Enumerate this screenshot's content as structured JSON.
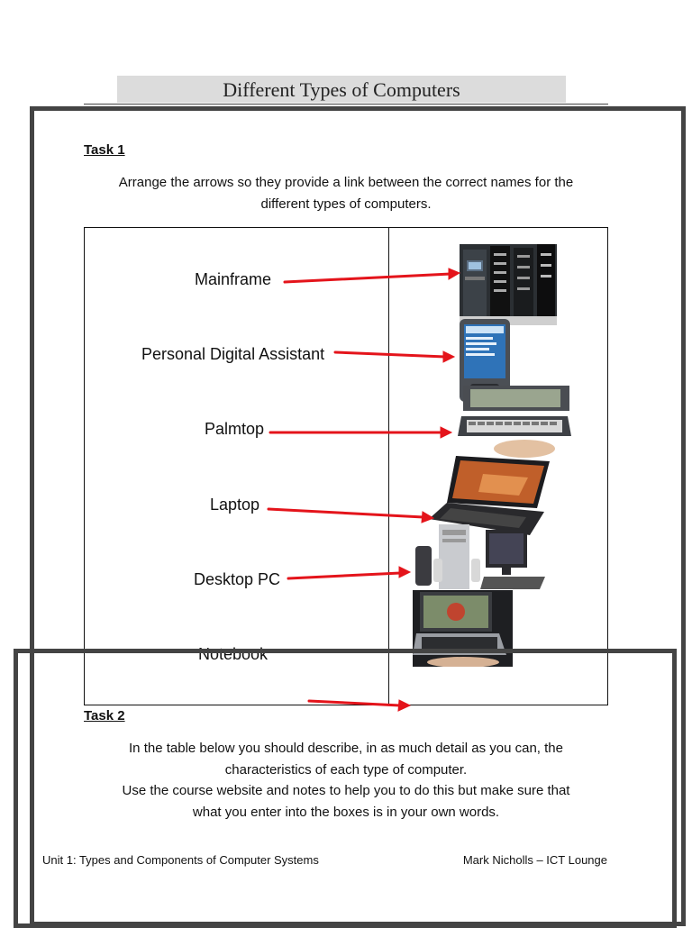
{
  "document": {
    "title": "Different Types of Computers"
  },
  "task1": {
    "heading": "Task 1",
    "instruction_line1": "Arrange the arrows so they provide a link between the correct names for the",
    "instruction_line2": "different types of computers.",
    "names": [
      "Mainframe",
      "Personal Digital Assistant",
      "Palmtop",
      "Laptop",
      "Desktop PC",
      "Notebook"
    ],
    "pictures": [
      {
        "depicts": "mainframe-icon"
      },
      {
        "depicts": "pda-icon"
      },
      {
        "depicts": "palmtop-icon"
      },
      {
        "depicts": "laptop-icon"
      },
      {
        "depicts": "desktop-pc-icon"
      },
      {
        "depicts": "netbook-icon"
      }
    ],
    "arrow_color": "#e4141b"
  },
  "task2": {
    "heading": "Task 2",
    "line1": "In the table below you should describe, in as much detail as you can, the",
    "line2": "characteristics of each type of computer.",
    "line3": "Use the course website and notes to help you to do this but make sure that",
    "line4": "what you enter into the boxes is in your own words."
  },
  "footer": {
    "left": "Unit 1: Types and Components of Computer Systems",
    "right": "Mark Nicholls – ICT Lounge"
  }
}
